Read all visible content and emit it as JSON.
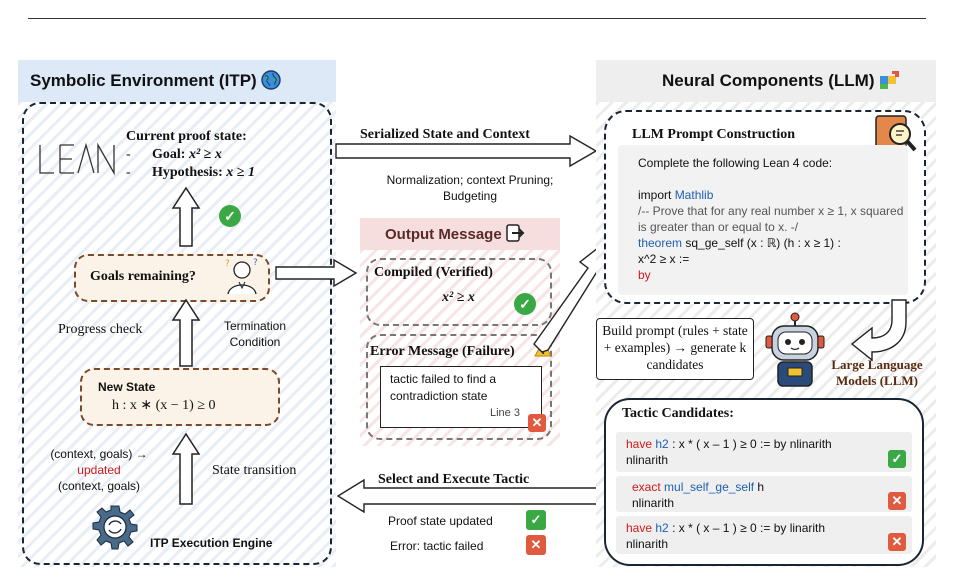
{
  "left": {
    "title": "Symbolic Environment (ITP)",
    "proof_state_title": "Current proof state:",
    "goal_label": "Goal:",
    "goal_expr": "x² ≥ x",
    "hyp_label": "Hypothesis:",
    "hyp_expr": "x ≥ 1",
    "dash": "-",
    "goals_remaining": "Goals remaining?",
    "progress_check": "Progress check",
    "termination": "Termination Condition",
    "new_state_title": "New State",
    "new_state_expr": "h : x ∗ (x − 1) ≥ 0",
    "ctx_line1": "(context, goals) →",
    "ctx_updated": "updated",
    "ctx_line3": "(context, goals)",
    "state_transition": "State transition",
    "engine": "ITP Execution Engine"
  },
  "middle": {
    "serialized": "Serialized State and Context",
    "normalization": "Normalization;  context Pruning; Budgeting",
    "output_message": "Output Message",
    "compiled": "Compiled (Verified)",
    "compiled_expr": "x² ≥ x",
    "error_title": "Error Message (Failure)",
    "error_text": "tactic failed to find a contradiction state",
    "error_line": "Line 3",
    "select_execute": "Select and Execute Tactic",
    "proof_updated": "Proof state updated",
    "error_failed": "Error: tactic failed"
  },
  "right": {
    "title": "Neural Components (LLM)",
    "prompt_title": "LLM Prompt Construction",
    "prompt_intro": "Complete the following Lean 4 code:",
    "import_kw": "import",
    "import_mod": "Mathlib",
    "comment": "/-- Prove that for any real number x ≥ 1, x squared is greater than or equal to x. -/",
    "theorem_kw": "theorem",
    "theorem_sig": "sq_ge_self (x : ℝ) (h : x ≥ 1) :",
    "theorem_goal": "x^2 ≥ x :=",
    "by_kw": "by",
    "build_prompt": "Build prompt (rules + state + examples) → generate k candidates",
    "llm_label": "Large Language Models (LLM)",
    "tactic_title": "Tactic Candidates:",
    "cand1_kw": "have",
    "cand1_name": "h2",
    "cand1_rest": " : x * ( x – 1 ) ≥ 0 := by nlinarith",
    "cand1_line2": "nlinarith",
    "cand2_kw": "exact",
    "cand2_name": "mul_self_ge_self",
    "cand2_rest": " h",
    "cand2_line2": "nlinarith",
    "cand3_kw": "have",
    "cand3_name": "h2",
    "cand3_rest": " : x * ( x – 1 ) ≥ 0 := by linarith",
    "cand3_line2": "nlinarith"
  },
  "icons": {
    "check": "✓",
    "cross": "✕",
    "warn": "!"
  },
  "colors": {
    "left_header_bg": "#dde9f6",
    "right_header_bg": "#eeeeee",
    "output_header_bg": "#f7dede",
    "keyword_red": "#d01919",
    "keyword_blue": "#1f5fb0",
    "ok_green": "#3aa845",
    "err_red": "#e05a3f"
  }
}
